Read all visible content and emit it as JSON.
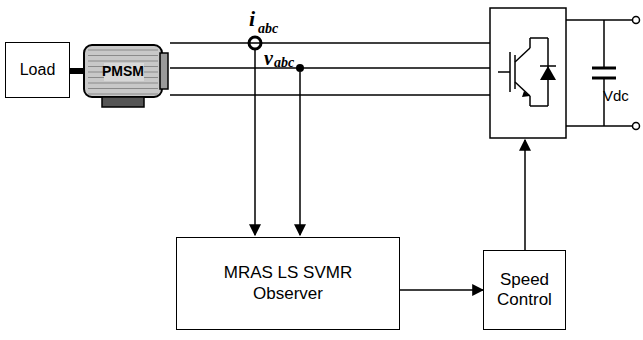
{
  "diagram": {
    "nodes": [
      {
        "text": [
          "Load"
        ]
      },
      {
        "text": [
          "PMSM"
        ]
      },
      {
        "text": [
          "MRAS LS SVMR Observer"
        ]
      },
      {
        "text": [
          "Speed Control"
        ]
      }
    ],
    "edges": [
      {
        "from": 0,
        "to": 1,
        "arrow": "none"
      },
      {
        "from": 2,
        "to": 3,
        "arrow": "to"
      }
    ],
    "labels": [
      "i",
      "abc",
      "v",
      "abc",
      "Vdc"
    ]
  }
}
